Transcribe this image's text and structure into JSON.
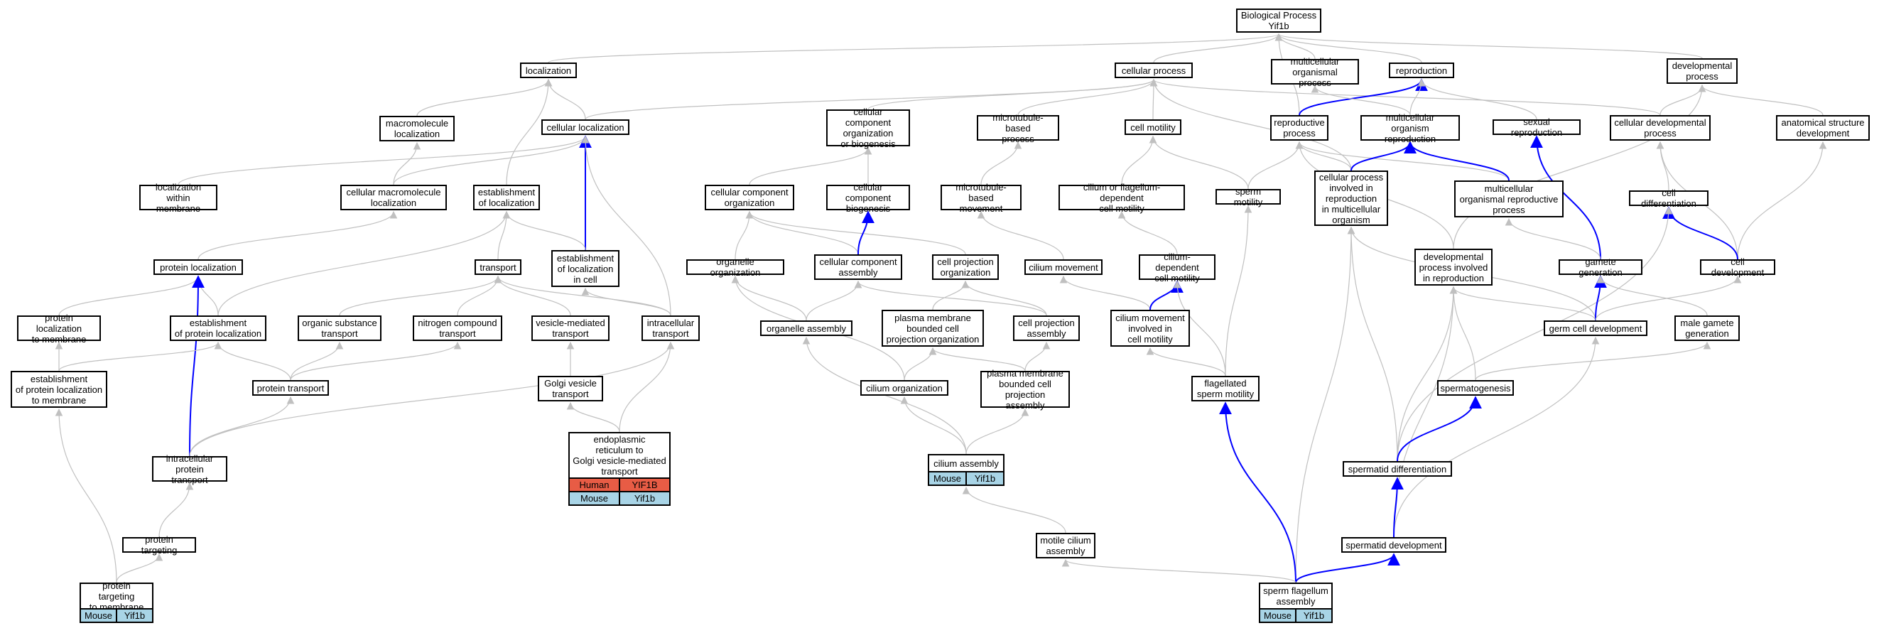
{
  "colors": {
    "edge_default": "#c0c0c0",
    "edge_highlight": "#0000ff",
    "mouse_cell": "#a8d4e6",
    "human_cell": "#e85c45"
  },
  "nodes": {
    "bp": "Biological Process\nYif1b",
    "localization": "localization",
    "cellular_process": "cellular process",
    "multicellular_organismal_process": "multicellular\norganismal process",
    "reproduction": "reproduction",
    "developmental_process": "developmental\nprocess",
    "macromolecule_localization": "macromolecule\nlocalization",
    "cellular_localization": "cellular localization",
    "cc_org_biogenesis": "cellular component\norganization\nor biogenesis",
    "microtubule_based_process": "microtubule-based\nprocess",
    "cell_motility": "cell motility",
    "reproductive_process": "reproductive\nprocess",
    "multicellular_organism_reproduction": "multicellular\norganism reproduction",
    "sexual_reproduction": "sexual reproduction",
    "cellular_developmental_process": "cellular developmental\nprocess",
    "anatomical_structure_development": "anatomical structure\ndevelopment",
    "localization_within_membrane": "localization\nwithin membrane",
    "cellular_macromolecule_localization": "cellular macromolecule\nlocalization",
    "establishment_of_localization": "establishment\nof localization",
    "cc_organization": "cellular component\norganization",
    "cc_biogenesis": "cellular component\nbiogenesis",
    "microtubule_based_movement": "microtubule-based\nmovement",
    "cilium_flagellum_motility": "cilium or flagellum-dependent\ncell motility",
    "sperm_motility": "sperm motility",
    "cp_involved_in_reproduction": "cellular process\ninvolved in\nreproduction\nin multicellular\norganism",
    "multicellular_organismal_reproductive_process": "multicellular\norganismal reproductive\nprocess",
    "cell_differentiation": "cell differentiation",
    "protein_localization": "protein localization",
    "transport": "transport",
    "establishment_of_localization_in_cell": "establishment\nof localization\nin cell",
    "organelle_organization": "organelle organization",
    "cc_assembly": "cellular component\nassembly",
    "cell_projection_organization": "cell projection\norganization",
    "cilium_movement": "cilium movement",
    "cilium_dependent_cell_motility": "cilium-dependent\ncell motility",
    "developmental_process_involved_in_reproduction": "developmental\nprocess involved\nin reproduction",
    "gamete_generation": "gamete generation",
    "cell_development": "cell development",
    "protein_localization_to_membrane": "protein localization\nto membrane",
    "establishment_of_protein_localization": "establishment\nof protein localization",
    "organic_substance_transport": "organic substance\ntransport",
    "nitrogen_compound_transport": "nitrogen compound\ntransport",
    "vesicle_mediated_transport": "vesicle-mediated\ntransport",
    "intracellular_transport": "intracellular\ntransport",
    "organelle_assembly": "organelle assembly",
    "plasma_membrane_bounded_cell_projection_organization": "plasma membrane\nbounded cell\nprojection organization",
    "cell_projection_assembly": "cell projection\nassembly",
    "cilium_movement_involved_in_cell_motility": "cilium movement\ninvolved in\ncell motility",
    "germ_cell_development": "germ cell development",
    "male_gamete_generation": "male gamete\ngeneration",
    "establishment_of_protein_localization_to_membrane": "establishment\nof protein localization\nto membrane",
    "protein_transport": "protein transport",
    "golgi_vesicle_transport": "Golgi vesicle\ntransport",
    "cilium_organization": "cilium organization",
    "pm_bounded_cell_projection_assembly": "plasma membrane\nbounded cell\nprojection assembly",
    "flagellated_sperm_motility": "flagellated\nsperm motility",
    "spermatogenesis": "spermatogenesis",
    "intracellular_protein_transport": "intracellular\nprotein transport",
    "er_to_golgi": "endoplasmic\nreticulum to\nGolgi vesicle-mediated\ntransport",
    "cilium_assembly": "cilium assembly",
    "spermatid_differentiation": "spermatid differentiation",
    "protein_targeting": "protein targeting",
    "spermatid_development": "spermatid development",
    "motile_cilium_assembly": "motile cilium\nassembly",
    "protein_targeting_to_membrane": "protein targeting\nto membrane",
    "sperm_flagellum_assembly": "sperm flagellum\nassembly"
  },
  "annotations": {
    "er_to_golgi": [
      [
        "Human",
        "YIF1B"
      ],
      [
        "Mouse",
        "Yif1b"
      ]
    ],
    "cilium_assembly": [
      [
        "Mouse",
        "Yif1b"
      ]
    ],
    "protein_targeting_to_membrane": [
      [
        "Mouse",
        "Yif1b"
      ]
    ],
    "sperm_flagellum_assembly": [
      [
        "Mouse",
        "Yif1b"
      ]
    ]
  },
  "edges": [
    [
      "localization",
      "bp",
      0
    ],
    [
      "cellular_process",
      "bp",
      0
    ],
    [
      "multicellular_organismal_process",
      "bp",
      0
    ],
    [
      "reproduction",
      "bp",
      0
    ],
    [
      "developmental_process",
      "bp",
      0
    ],
    [
      "reproductive_process",
      "bp",
      0
    ],
    [
      "macromolecule_localization",
      "localization",
      0
    ],
    [
      "cellular_localization",
      "localization",
      0
    ],
    [
      "establishment_of_localization",
      "localization",
      0
    ],
    [
      "cellular_localization",
      "cellular_process",
      0
    ],
    [
      "cc_org_biogenesis",
      "cellular_process",
      0
    ],
    [
      "microtubule_based_process",
      "cellular_process",
      0
    ],
    [
      "cell_motility",
      "cellular_process",
      0
    ],
    [
      "cp_involved_in_reproduction",
      "cellular_process",
      0
    ],
    [
      "cellular_developmental_process",
      "cellular_process",
      0
    ],
    [
      "reproductive_process",
      "reproduction",
      1
    ],
    [
      "multicellular_organism_reproduction",
      "reproduction",
      0
    ],
    [
      "sexual_reproduction",
      "reproduction",
      0
    ],
    [
      "multicellular_organism_reproduction",
      "multicellular_organismal_process",
      0
    ],
    [
      "cellular_developmental_process",
      "developmental_process",
      0
    ],
    [
      "anatomical_structure_development",
      "developmental_process",
      0
    ],
    [
      "developmental_process_involved_in_reproduction",
      "developmental_process",
      0
    ],
    [
      "cellular_macromolecule_localization",
      "macromolecule_localization",
      0
    ],
    [
      "localization_within_membrane",
      "cellular_localization",
      0
    ],
    [
      "cellular_macromolecule_localization",
      "cellular_localization",
      0
    ],
    [
      "establishment_of_localization_in_cell",
      "cellular_localization",
      1
    ],
    [
      "intracellular_transport",
      "cellular_localization",
      0
    ],
    [
      "cc_organization",
      "cc_org_biogenesis",
      0
    ],
    [
      "cc_biogenesis",
      "cc_org_biogenesis",
      0
    ],
    [
      "microtubule_based_movement",
      "microtubule_based_process",
      0
    ],
    [
      "cilium_flagellum_motility",
      "cell_motility",
      0
    ],
    [
      "sperm_motility",
      "cell_motility",
      0
    ],
    [
      "sperm_motility",
      "reproductive_process",
      0
    ],
    [
      "cp_involved_in_reproduction",
      "reproductive_process",
      0
    ],
    [
      "developmental_process_involved_in_reproduction",
      "reproductive_process",
      0
    ],
    [
      "multicellular_organismal_reproductive_process",
      "reproductive_process",
      0
    ],
    [
      "cp_involved_in_reproduction",
      "multicellular_organism_reproduction",
      1
    ],
    [
      "multicellular_organismal_reproductive_process",
      "multicellular_organism_reproduction",
      1
    ],
    [
      "gamete_generation",
      "sexual_reproduction",
      1
    ],
    [
      "cell_differentiation",
      "cellular_developmental_process",
      0
    ],
    [
      "cell_development",
      "cellular_developmental_process",
      0
    ],
    [
      "cell_development",
      "anatomical_structure_development",
      0
    ],
    [
      "protein_localization",
      "cellular_macromolecule_localization",
      0
    ],
    [
      "transport",
      "establishment_of_localization",
      0
    ],
    [
      "establishment_of_localization_in_cell",
      "establishment_of_localization",
      0
    ],
    [
      "establishment_of_protein_localization",
      "establishment_of_localization",
      0
    ],
    [
      "organelle_organization",
      "cc_organization",
      0
    ],
    [
      "cc_assembly",
      "cc_organization",
      0
    ],
    [
      "cell_projection_organization",
      "cc_organization",
      0
    ],
    [
      "cc_assembly",
      "cc_biogenesis",
      1
    ],
    [
      "cilium_movement",
      "microtubule_based_movement",
      0
    ],
    [
      "cilium_dependent_cell_motility",
      "cilium_flagellum_motility",
      0
    ],
    [
      "flagellated_sperm_motility",
      "sperm_motility",
      0
    ],
    [
      "germ_cell_development",
      "cp_involved_in_reproduction",
      0
    ],
    [
      "spermatid_differentiation",
      "cp_involved_in_reproduction",
      0
    ],
    [
      "sperm_flagellum_assembly",
      "cp_involved_in_reproduction",
      0
    ],
    [
      "gamete_generation",
      "multicellular_organismal_reproductive_process",
      0
    ],
    [
      "cell_development",
      "cell_differentiation",
      1
    ],
    [
      "spermatid_differentiation",
      "cell_differentiation",
      0
    ],
    [
      "protein_localization_to_membrane",
      "protein_localization",
      0
    ],
    [
      "establishment_of_protein_localization",
      "protein_localization",
      0
    ],
    [
      "intracellular_protein_transport",
      "protein_localization",
      1
    ],
    [
      "organic_substance_transport",
      "transport",
      0
    ],
    [
      "nitrogen_compound_transport",
      "transport",
      0
    ],
    [
      "vesicle_mediated_transport",
      "transport",
      0
    ],
    [
      "intracellular_transport",
      "transport",
      0
    ],
    [
      "intracellular_transport",
      "establishment_of_localization_in_cell",
      0
    ],
    [
      "organelle_assembly",
      "organelle_organization",
      0
    ],
    [
      "cilium_organization",
      "organelle_organization",
      0
    ],
    [
      "organelle_assembly",
      "cc_assembly",
      0
    ],
    [
      "cell_projection_assembly",
      "cc_assembly",
      0
    ],
    [
      "plasma_membrane_bounded_cell_projection_organization",
      "cell_projection_organization",
      0
    ],
    [
      "cell_projection_assembly",
      "cell_projection_organization",
      0
    ],
    [
      "cilium_movement_involved_in_cell_motility",
      "cilium_movement",
      0
    ],
    [
      "cilium_movement_involved_in_cell_motility",
      "cilium_dependent_cell_motility",
      1
    ],
    [
      "flagellated_sperm_motility",
      "cilium_dependent_cell_motility",
      0
    ],
    [
      "spermatogenesis",
      "developmental_process_involved_in_reproduction",
      0
    ],
    [
      "spermatid_differentiation",
      "developmental_process_involved_in_reproduction",
      0
    ],
    [
      "germ_cell_development",
      "developmental_process_involved_in_reproduction",
      0
    ],
    [
      "spermatid_development",
      "developmental_process_involved_in_reproduction",
      0
    ],
    [
      "germ_cell_development",
      "gamete_generation",
      1
    ],
    [
      "male_gamete_generation",
      "gamete_generation",
      0
    ],
    [
      "germ_cell_development",
      "cell_development",
      0
    ],
    [
      "establishment_of_protein_localization_to_membrane",
      "protein_localization_to_membrane",
      0
    ],
    [
      "establishment_of_protein_localization_to_membrane",
      "establishment_of_protein_localization",
      0
    ],
    [
      "protein_transport",
      "establishment_of_protein_localization",
      0
    ],
    [
      "protein_transport",
      "organic_substance_transport",
      0
    ],
    [
      "protein_transport",
      "nitrogen_compound_transport",
      0
    ],
    [
      "golgi_vesicle_transport",
      "vesicle_mediated_transport",
      0
    ],
    [
      "intracellular_protein_transport",
      "intracellular_transport",
      0
    ],
    [
      "er_to_golgi",
      "intracellular_transport",
      0
    ],
    [
      "cilium_organization",
      "plasma_membrane_bounded_cell_projection_organization",
      0
    ],
    [
      "pm_bounded_cell_projection_assembly",
      "plasma_membrane_bounded_cell_projection_organization",
      0
    ],
    [
      "pm_bounded_cell_projection_assembly",
      "cell_projection_assembly",
      0
    ],
    [
      "flagellated_sperm_motility",
      "cilium_movement_involved_in_cell_motility",
      0
    ],
    [
      "spermatogenesis",
      "male_gamete_generation",
      0
    ],
    [
      "intracellular_protein_transport",
      "protein_transport",
      0
    ],
    [
      "er_to_golgi",
      "golgi_vesicle_transport",
      0
    ],
    [
      "cilium_assembly",
      "organelle_assembly",
      0
    ],
    [
      "cilium_assembly",
      "cilium_organization",
      0
    ],
    [
      "cilium_assembly",
      "pm_bounded_cell_projection_assembly",
      0
    ],
    [
      "sperm_flagellum_assembly",
      "flagellated_sperm_motility",
      1
    ],
    [
      "spermatid_differentiation",
      "spermatogenesis",
      1
    ],
    [
      "spermatid_development",
      "germ_cell_development",
      0
    ],
    [
      "protein_targeting",
      "intracellular_protein_transport",
      0
    ],
    [
      "spermatid_development",
      "spermatid_differentiation",
      1
    ],
    [
      "motile_cilium_assembly",
      "cilium_assembly",
      0
    ],
    [
      "sperm_flagellum_assembly",
      "spermatid_development",
      1
    ],
    [
      "sperm_flagellum_assembly",
      "motile_cilium_assembly",
      0
    ],
    [
      "protein_targeting_to_membrane",
      "protein_targeting",
      0
    ],
    [
      "protein_targeting_to_membrane",
      "establishment_of_protein_localization_to_membrane",
      0
    ]
  ]
}
